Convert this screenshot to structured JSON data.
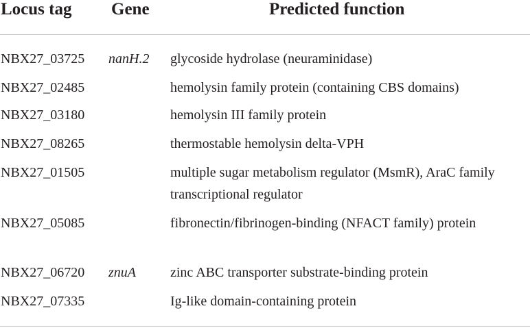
{
  "header": {
    "locus_tag": "Locus tag",
    "gene": "Gene",
    "predicted_function": "Predicted function"
  },
  "rows": [
    {
      "locus_tag": "NBX27_03725",
      "gene": "nanH.2",
      "function": "glycoside hydrolase (neuraminidase)"
    },
    {
      "locus_tag": "NBX27_02485",
      "gene": "",
      "function": "hemolysin family protein (containing CBS domains)"
    },
    {
      "locus_tag": "NBX27_03180",
      "gene": "",
      "function": "hemolysin III family protein"
    },
    {
      "locus_tag": "NBX27_08265",
      "gene": "",
      "function": "thermostable hemolysin delta-VPH"
    },
    {
      "locus_tag": "NBX27_01505",
      "gene": "",
      "function": "multiple sugar metabolism regulator (MsmR), AraC family transcriptional regulator"
    },
    {
      "locus_tag": "NBX27_05085",
      "gene": "",
      "function": "fibronectin/fibrinogen-binding (NFACT family) protein"
    },
    {
      "locus_tag": "NBX27_06720",
      "gene": "znuA",
      "function": "zinc ABC transporter substrate-binding protein"
    },
    {
      "locus_tag": "NBX27_07335",
      "gene": "",
      "function": "Ig-like domain-containing protein"
    }
  ]
}
